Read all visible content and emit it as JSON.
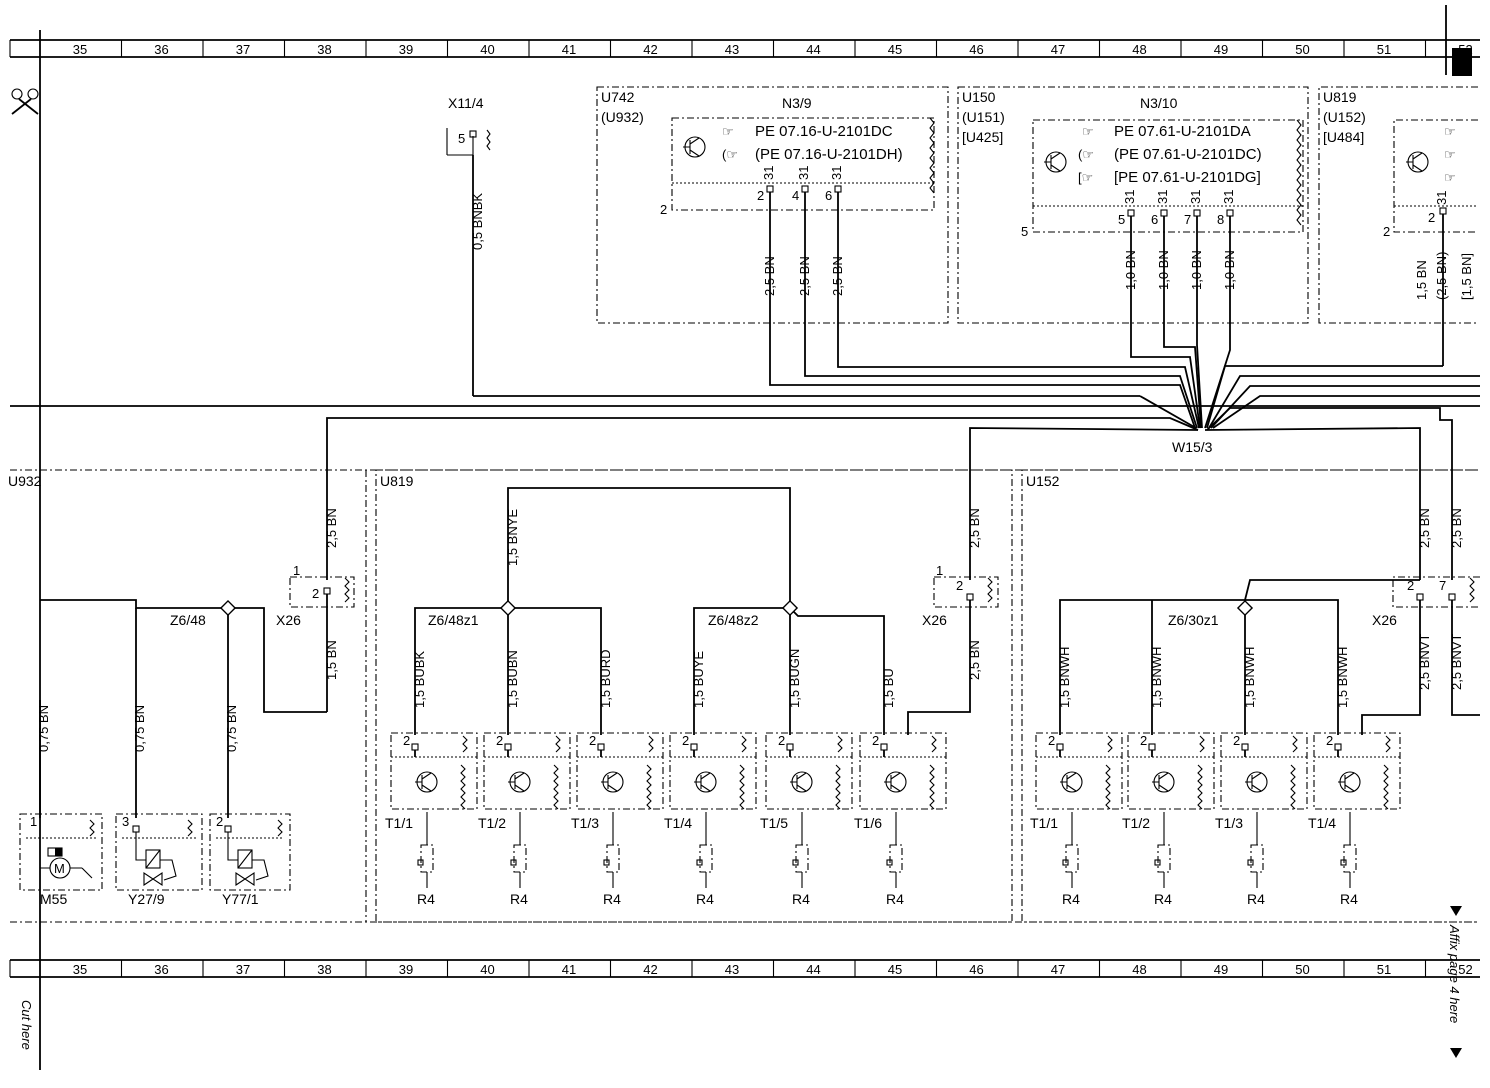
{
  "grid_columns": [
    "35",
    "36",
    "37",
    "38",
    "39",
    "40",
    "41",
    "42",
    "43",
    "44",
    "45",
    "46",
    "47",
    "48",
    "49",
    "50",
    "51",
    "52"
  ],
  "margin_notes": {
    "cut_here": "Cut here",
    "affix_page": "Affix page 4 here"
  },
  "top_modules": {
    "u742": {
      "ids": [
        "U742",
        "(U932)"
      ],
      "title": "N3/9",
      "refs": [
        "PE 07.16-U-2101DC",
        "(PE 07.16-U-2101DH)"
      ],
      "ground": "2",
      "pin_code": "31",
      "pins": [
        "2",
        "4",
        "6"
      ],
      "wires": [
        "2,5 BN",
        "2,5 BN",
        "2,5 BN"
      ]
    },
    "u150": {
      "ids": [
        "U150",
        "(U151)",
        "[U425]"
      ],
      "title": "N3/10",
      "refs": [
        "PE 07.61-U-2101DA",
        "(PE 07.61-U-2101DC)",
        "[PE 07.61-U-2101DG]"
      ],
      "ground": "5",
      "pin_code": "31",
      "pins": [
        "5",
        "6",
        "7",
        "8"
      ],
      "wires": [
        "1,0 BN",
        "1,0 BN",
        "1,0 BN",
        "1,0 BN"
      ]
    },
    "u819": {
      "ids": [
        "U819",
        "(U152)",
        "[U484]"
      ],
      "ground": "2",
      "pin_code": "31",
      "pins": [
        "2"
      ],
      "wires": [
        "1,5 BN",
        "(2,5 BN)",
        "[1,5 BN]"
      ]
    }
  },
  "x11": {
    "label": "X11/4",
    "pin": "5",
    "wire": "0,5 BNBK"
  },
  "harness": "W15/3",
  "u932": {
    "id": "U932",
    "node": "Z6/48",
    "feed_wire": "2,5 BN",
    "connector": {
      "label": "X26",
      "pins": [
        "1",
        "2"
      ],
      "out_wire": "1,5 BN"
    },
    "branch_wires": [
      "0,75 BN",
      "0,75 BN",
      "0,75 BN"
    ],
    "components": [
      {
        "label": "M55",
        "pin": "1"
      },
      {
        "label": "Y27/9",
        "pin": "3"
      },
      {
        "label": "Y77/1",
        "pin": "2"
      }
    ]
  },
  "u819_block": {
    "id": "U819",
    "feed_wire": "1,5 BNYE",
    "nodes": [
      "Z6/48z1",
      "Z6/48z2"
    ],
    "connector": {
      "label": "X26",
      "pins": [
        "1",
        "2"
      ],
      "in_wire": "2,5 BN",
      "out_wire": "2,5 BN"
    },
    "sensors": [
      {
        "label": "T1/1",
        "wire": "1,5 BUBK",
        "pin": "2",
        "load": "R4"
      },
      {
        "label": "T1/2",
        "wire": "1,5 BUBN",
        "pin": "2",
        "load": "R4"
      },
      {
        "label": "T1/3",
        "wire": "1,5 BURD",
        "pin": "2",
        "load": "R4"
      },
      {
        "label": "T1/4",
        "wire": "1,5 BUYE",
        "pin": "2",
        "load": "R4"
      },
      {
        "label": "T1/5",
        "wire": "1,5 BUGN",
        "pin": "2",
        "load": "R4"
      },
      {
        "label": "T1/6",
        "wire": "1,5 BU",
        "pin": "2",
        "load": "R4"
      }
    ]
  },
  "u152_block": {
    "id": "U152",
    "node": "Z6/30z1",
    "connector": {
      "label": "X26",
      "pins": [
        "2",
        "7"
      ],
      "in_wires": [
        "2,5 BN",
        "2,5 BN"
      ],
      "out_wires": [
        "2,5 BNVT",
        "2,5 BNVT"
      ]
    },
    "sensors": [
      {
        "label": "T1/1",
        "wire": "1,5 BNWH",
        "pin": "2",
        "load": "R4"
      },
      {
        "label": "T1/2",
        "wire": "1,5 BNWH",
        "pin": "2",
        "load": "R4"
      },
      {
        "label": "T1/3",
        "wire": "1,5 BNWH",
        "pin": "2",
        "load": "R4"
      },
      {
        "label": "T1/4",
        "wire": "1,5 BNWH",
        "pin": "2",
        "load": "R4"
      }
    ]
  }
}
